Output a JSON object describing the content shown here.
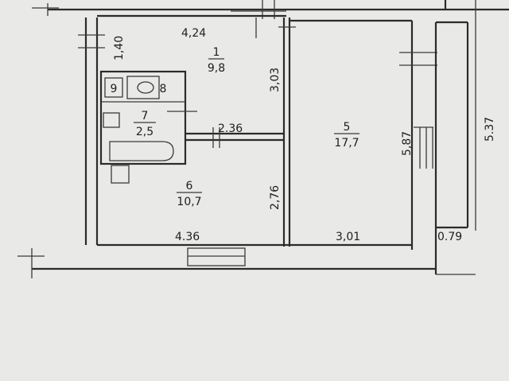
{
  "plan": {
    "dimensions": {
      "top_width": "4,24",
      "left_small": "1,40",
      "kitchen_height": "3,03",
      "corridor_width": "2.36",
      "room6_height": "2,76",
      "bottom_left": "4.36",
      "bottom_mid": "3,01",
      "room5_height": "5,87",
      "outer_height": "5.37",
      "balcony_width": "0.79"
    },
    "rooms": [
      {
        "number": "1",
        "area": "9,8"
      },
      {
        "number": "5",
        "area": "17,7"
      },
      {
        "number": "6",
        "area": "10,7"
      },
      {
        "number": "7",
        "area": "2,5"
      },
      {
        "number": "8",
        "area": ""
      },
      {
        "number": "9",
        "area": ""
      }
    ]
  }
}
